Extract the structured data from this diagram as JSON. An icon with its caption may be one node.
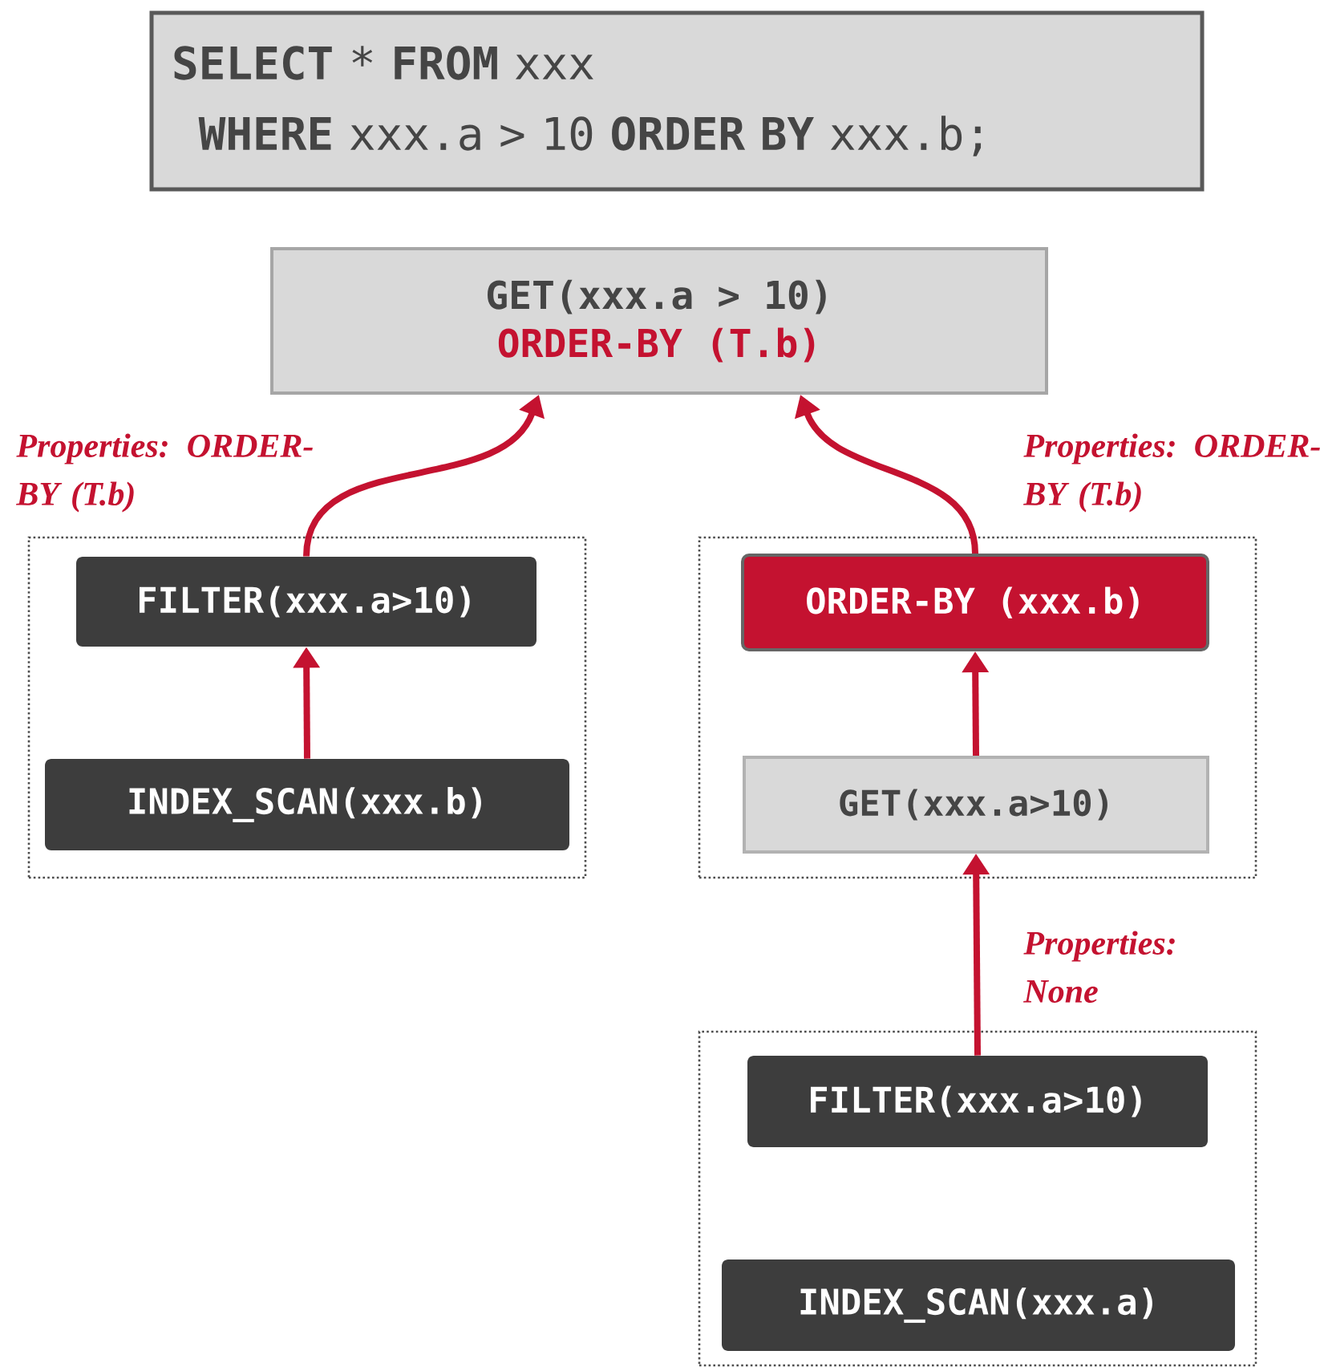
{
  "diagram": {
    "nodes": [
      {
        "text": [
          "**SELECT** * **FROM** xxx",
          "**WHERE** xxx.a > 10 **ORDER BY** xxx.b;"
        ]
      },
      {
        "text": [
          "GET(xxx.a > 10)",
          "ORDER-BY (T.b)"
        ]
      },
      {
        "text": [],
        "shape": "box",
        "beside": [
          "Properties: ORDER-BY (T.b)"
        ]
      },
      {
        "text": [
          "FILTER(xxx.a>10)"
        ],
        "in": 2
      },
      {
        "text": [
          "INDEX_SCAN(xxx.b)"
        ],
        "in": 2
      },
      {
        "text": [],
        "shape": "box",
        "beside": [
          "Properties: ORDER-BY (T.b)"
        ]
      },
      {
        "text": [
          "ORDER-BY (xxx.b)"
        ],
        "in": 5
      },
      {
        "text": [
          "GET(xxx.a>10)"
        ],
        "in": 5
      },
      {
        "text": [],
        "shape": "box",
        "beside": [
          "Properties: None"
        ]
      },
      {
        "text": [
          "FILTER(xxx.a>10)"
        ],
        "in": 8
      },
      {
        "text": [
          "INDEX_SCAN(xxx.a)"
        ],
        "in": 8
      }
    ],
    "edges": [
      {
        "from": 3,
        "to": 1,
        "arrow": "to"
      },
      {
        "from": 6,
        "to": 1,
        "arrow": "to"
      },
      {
        "from": 4,
        "to": 3,
        "arrow": "to"
      },
      {
        "from": 7,
        "to": 6,
        "arrow": "to"
      },
      {
        "from": 9,
        "to": 7,
        "arrow": "to"
      }
    ]
  }
}
